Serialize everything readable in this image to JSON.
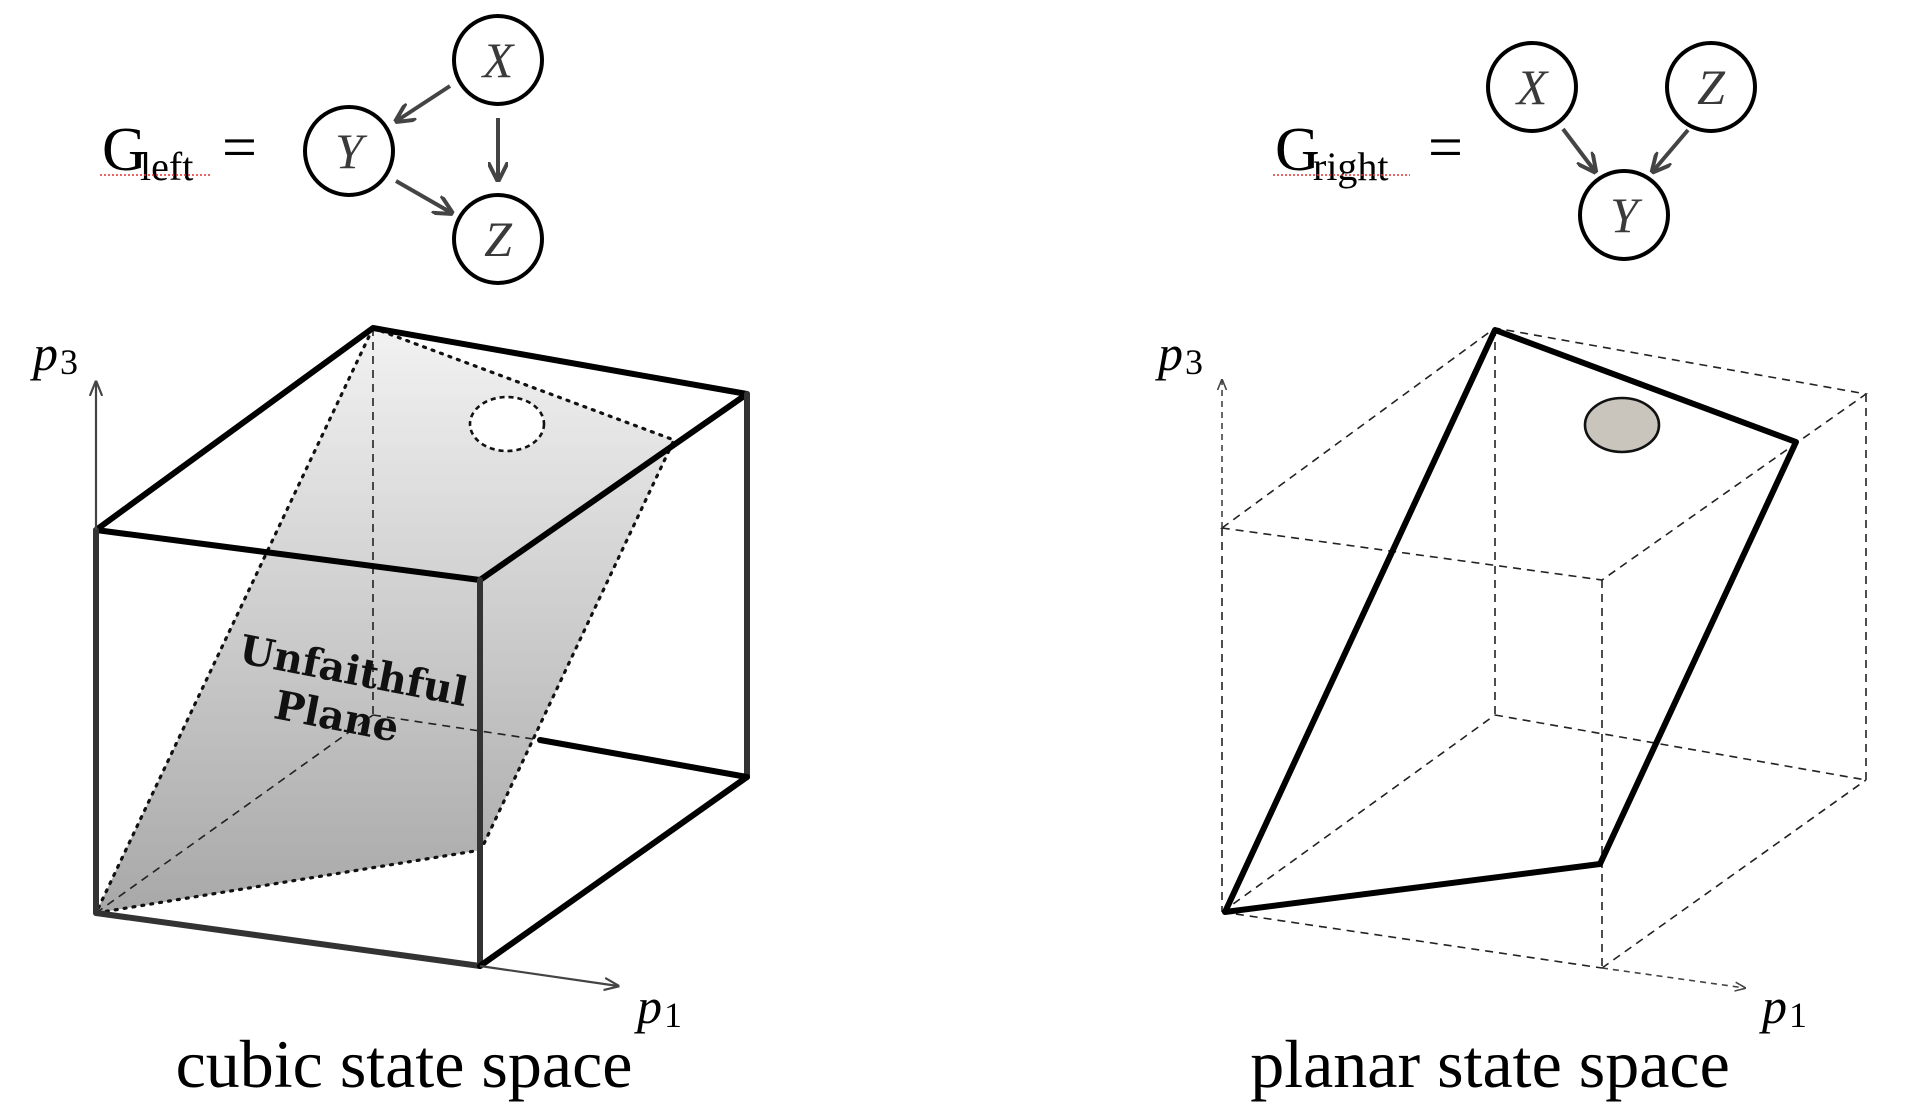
{
  "left": {
    "graph": {
      "symbol": "G",
      "subscript": "left",
      "equals": "=",
      "nodes": {
        "x": "X",
        "y": "Y",
        "z": "Z"
      }
    },
    "plane_label": {
      "line1": "Unfaithful",
      "line2": "Plane"
    },
    "axes": {
      "vertical": "p",
      "vertical_sub": "3",
      "horizontal": "p",
      "horizontal_sub": "1"
    },
    "caption": "cubic state space"
  },
  "right": {
    "graph": {
      "symbol": "G",
      "subscript": "right",
      "equals": "=",
      "nodes": {
        "x": "X",
        "z": "Z",
        "y": "Y"
      }
    },
    "axes": {
      "vertical": "p",
      "vertical_sub": "3",
      "horizontal": "p",
      "horizontal_sub": "1"
    },
    "caption": "planar state space"
  },
  "colors": {
    "plane_top": "#f2f2f2",
    "plane_bottom": "#a8a8a8",
    "blob_fill": "#c9c5bd"
  }
}
